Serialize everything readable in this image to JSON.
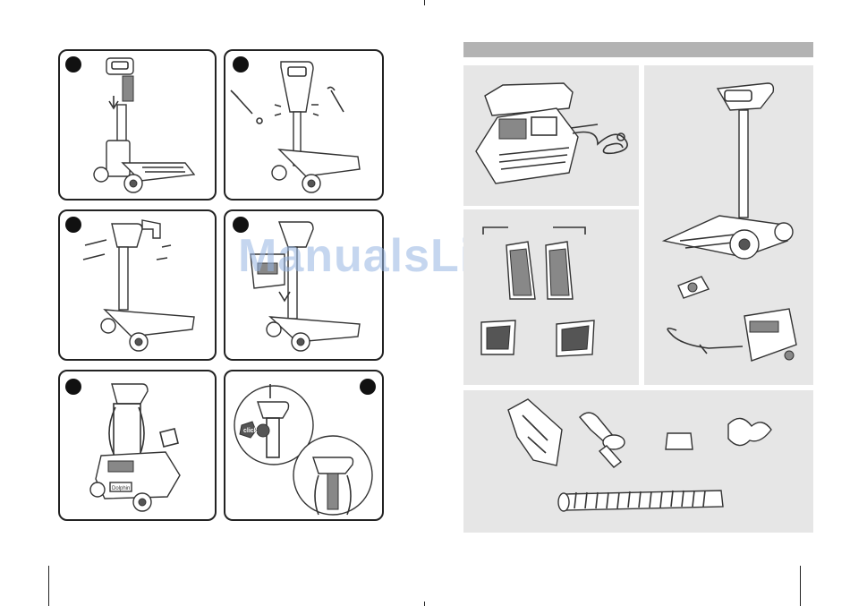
{
  "watermark": "ManualsLib.com",
  "click_label": "click",
  "brand_label": "Dolphin",
  "steps": [
    {
      "id": 1
    },
    {
      "id": 2
    },
    {
      "id": 3
    },
    {
      "id": 4
    },
    {
      "id": 5
    },
    {
      "id": 6
    }
  ],
  "colors": {
    "panel_gray": "#e6e6e6",
    "header_bar": "#b3b3b3",
    "watermark": "#96b4e1",
    "ink": "#222222"
  }
}
